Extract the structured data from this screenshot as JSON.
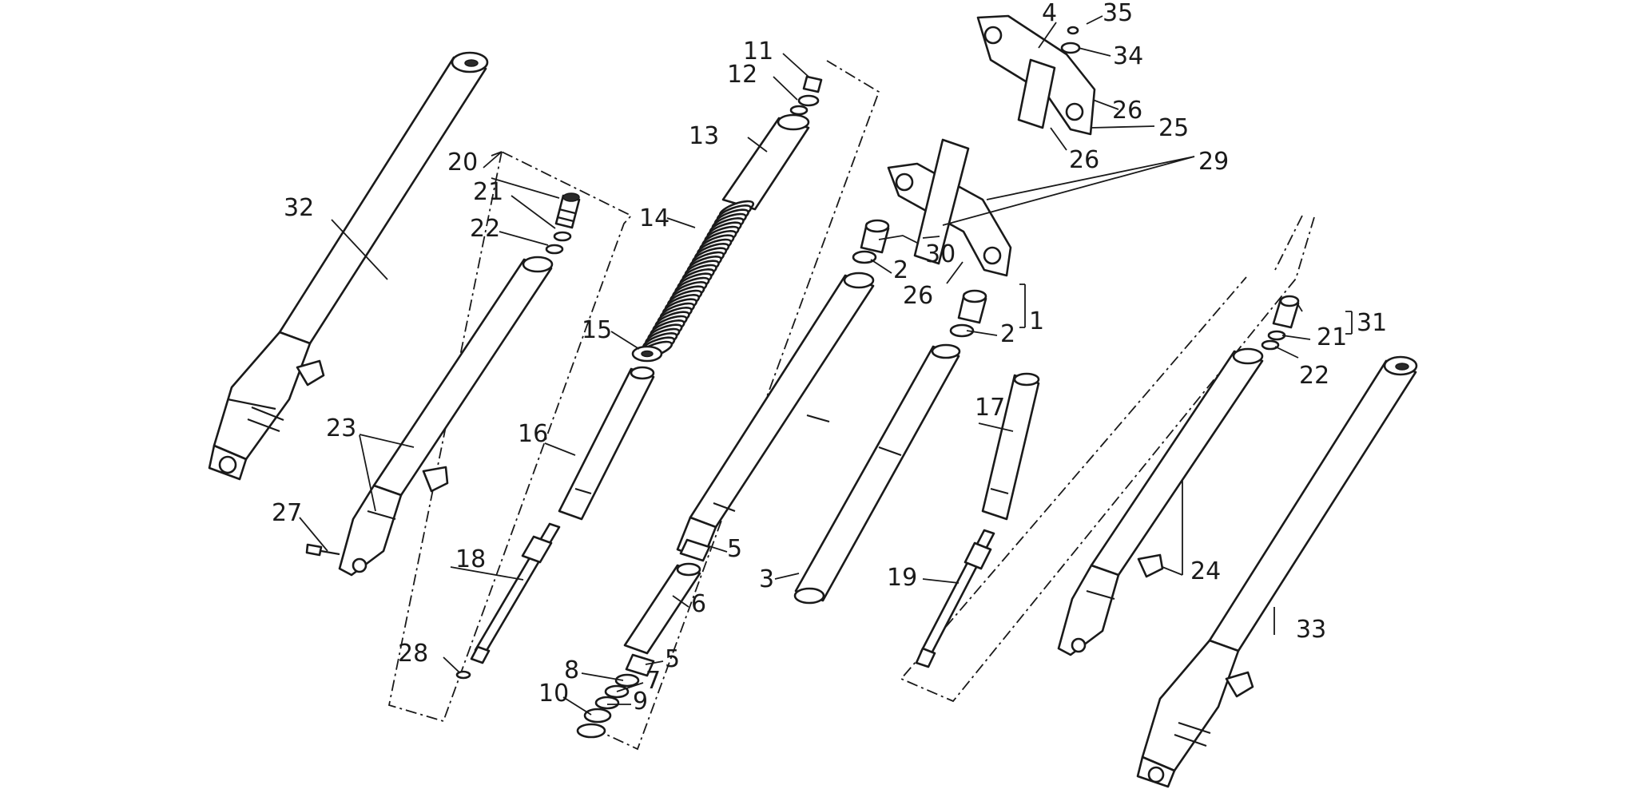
{
  "callouts": {
    "c1": "1",
    "c2a": "2",
    "c2b": "2",
    "c3": "3",
    "c4": "4",
    "c5a": "5",
    "c5b": "5",
    "c6": "6",
    "c7": "7",
    "c8": "8",
    "c9": "9",
    "c10": "10",
    "c11": "11",
    "c12": "12",
    "c13": "13",
    "c14": "14",
    "c15": "15",
    "c16": "16",
    "c17": "17",
    "c18": "18",
    "c19": "19",
    "c20": "20",
    "c21a": "21",
    "c21b": "21",
    "c22a": "22",
    "c22b": "22",
    "c23": "23",
    "c24": "24",
    "c25": "25",
    "c26a": "26",
    "c26b": "26",
    "c26c": "26",
    "c27": "27",
    "c28": "28",
    "c29": "29",
    "c30": "30",
    "c31": "31",
    "c32": "32",
    "c33": "33",
    "c34": "34",
    "c35": "35"
  }
}
